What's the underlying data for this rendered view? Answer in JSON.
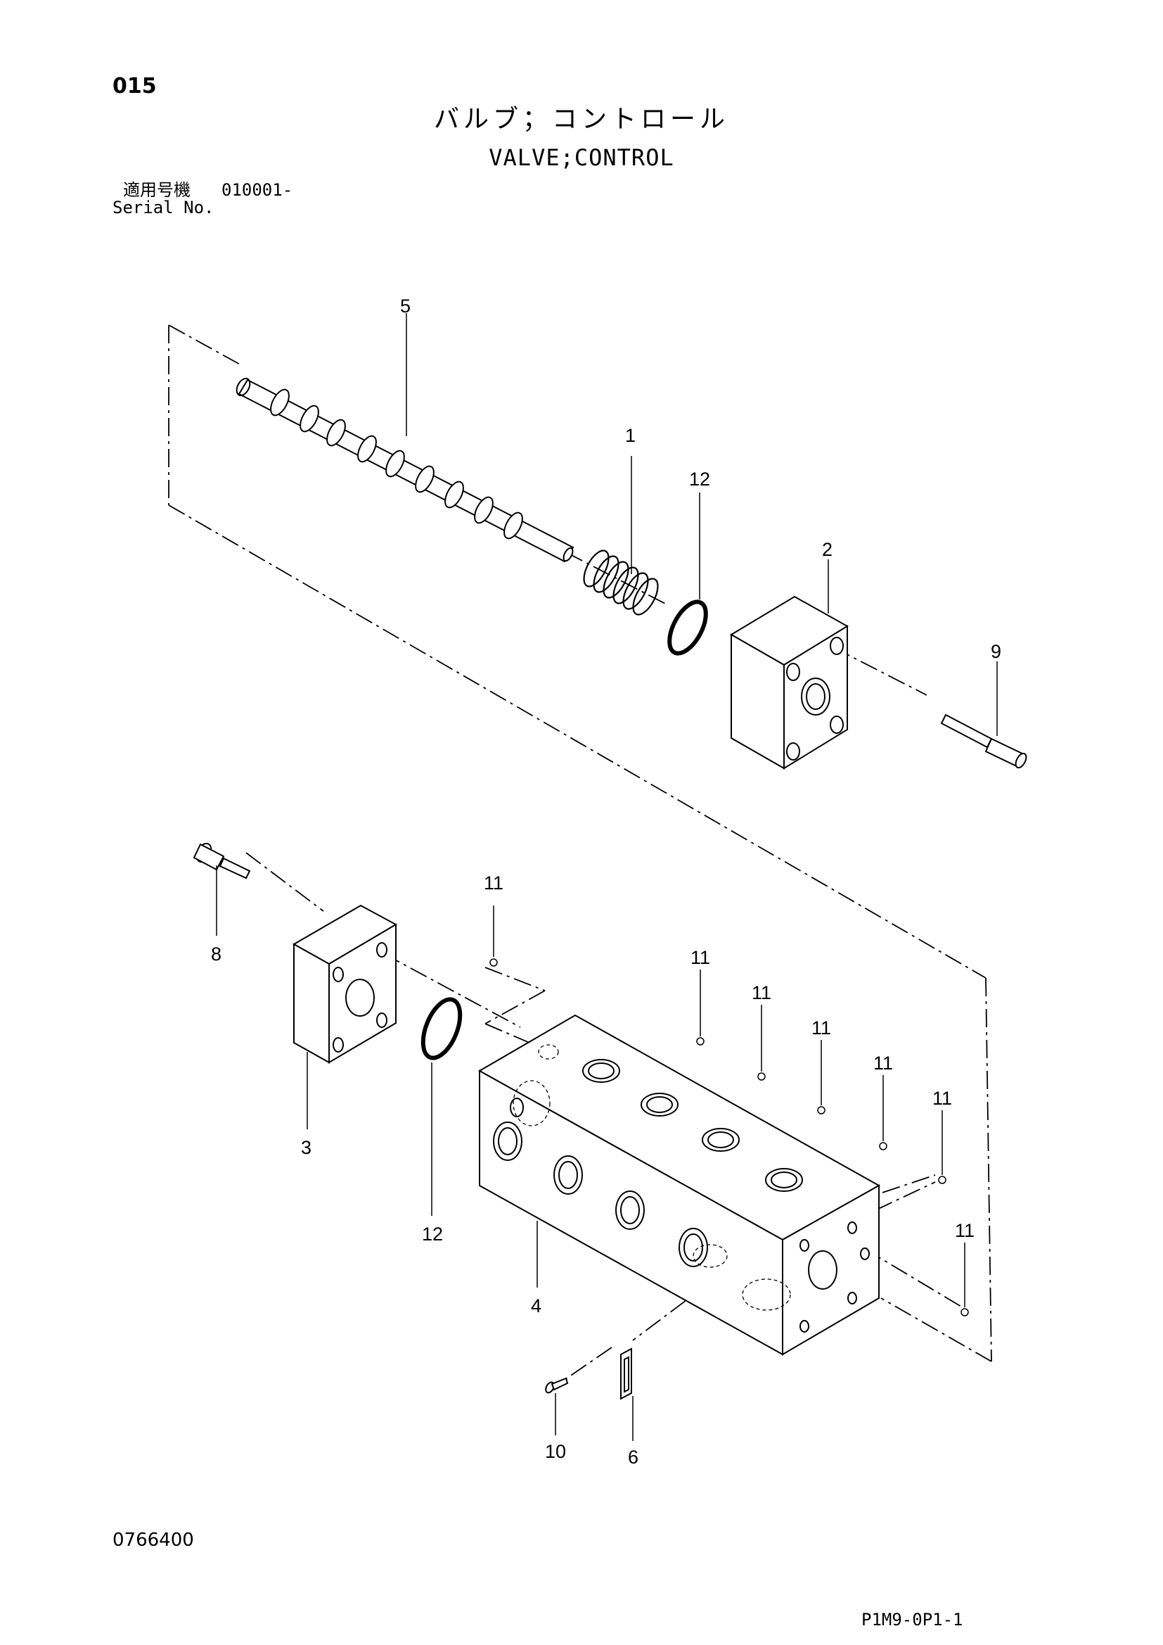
{
  "header": {
    "page_number": "015",
    "title_jp": "バルブ；コントロール",
    "title_en": "VALVE;CONTROL",
    "serial_label_jp": "適用号機",
    "serial_value": "010001-",
    "serial_label_en": "Serial No."
  },
  "footer": {
    "drawing_code": "0766400",
    "sheet_code": "P1M9-0P1-1"
  },
  "callouts": {
    "c1": "1",
    "c2": "2",
    "c3": "3",
    "c4": "4",
    "c5": "5",
    "c6": "6",
    "c8": "8",
    "c9": "9",
    "c10": "10",
    "c12a": "12",
    "c12b": "12",
    "c11a": "11",
    "c11b": "11",
    "c11c": "11",
    "c11d": "11",
    "c11e": "11",
    "c11f": "11",
    "c11g": "11"
  }
}
